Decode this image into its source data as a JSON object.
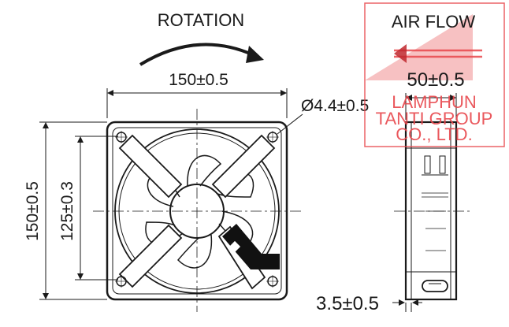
{
  "labels": {
    "rotation": "ROTATION",
    "width_top": "150±0.5",
    "hole": "Ø4.4±0.5",
    "height_outer": "150±0.5",
    "height_inner": "125±0.3",
    "air_flow": "AIR FLOW",
    "depth": "50±0.5",
    "flange": "3.5±0.5"
  },
  "watermark": {
    "line1": "LAMPHUN",
    "line2": "TANTI GROUP",
    "line3": "CO., LTD."
  },
  "colors": {
    "line": "#1a1a1a",
    "fan_black": "#111111",
    "stamp_red": "#e8474c",
    "stamp_fill": "#f3a6a8"
  }
}
